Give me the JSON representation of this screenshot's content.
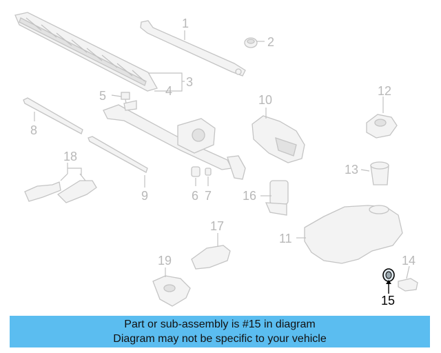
{
  "callouts": {
    "c1": "1",
    "c2": "2",
    "c3": "3",
    "c4": "4",
    "c5": "5",
    "c6": "6",
    "c7": "7",
    "c8": "8",
    "c9": "9",
    "c10": "10",
    "c11": "11",
    "c12": "12",
    "c13": "13",
    "c14": "14",
    "c15": "15",
    "c16": "16",
    "c17": "17",
    "c18": "18",
    "c19": "19"
  },
  "highlighted_part": "15",
  "colors": {
    "banner_bg": "#5bbdf0",
    "callout_inactive": "#b8b8b8",
    "callout_active": "#000000",
    "part_line": "#c4c4c4"
  },
  "banner": {
    "line1": "Part or sub-assembly is #15 in diagram",
    "line2": "Diagram may not be specific to your vehicle"
  }
}
